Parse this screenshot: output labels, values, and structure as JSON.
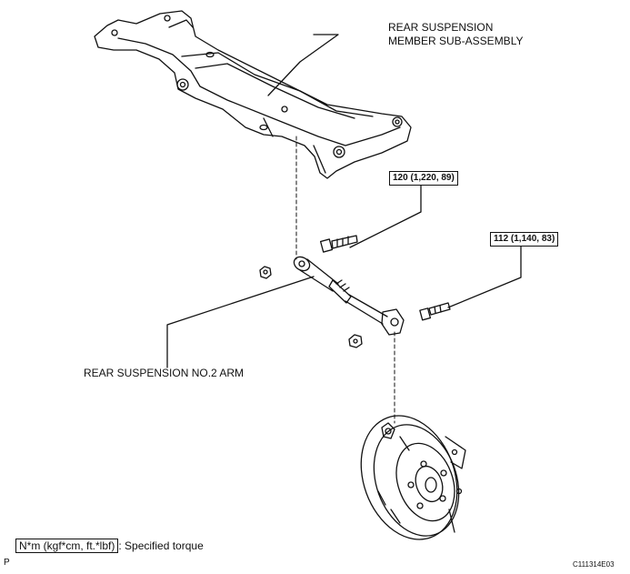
{
  "labels": {
    "member_line1": "REAR SUSPENSION",
    "member_line2": "MEMBER SUB-ASSEMBLY",
    "arm": "REAR SUSPENSION NO.2 ARM"
  },
  "torques": {
    "upper": "120 (1,220, 89)",
    "lower": "112 (1,140, 83)"
  },
  "legend": {
    "unit": "N*m (kgf*cm, ft.*lbf)",
    "text": ": Specified torque"
  },
  "footer": {
    "left_mark": "P",
    "figure_code": "C111314E03"
  }
}
